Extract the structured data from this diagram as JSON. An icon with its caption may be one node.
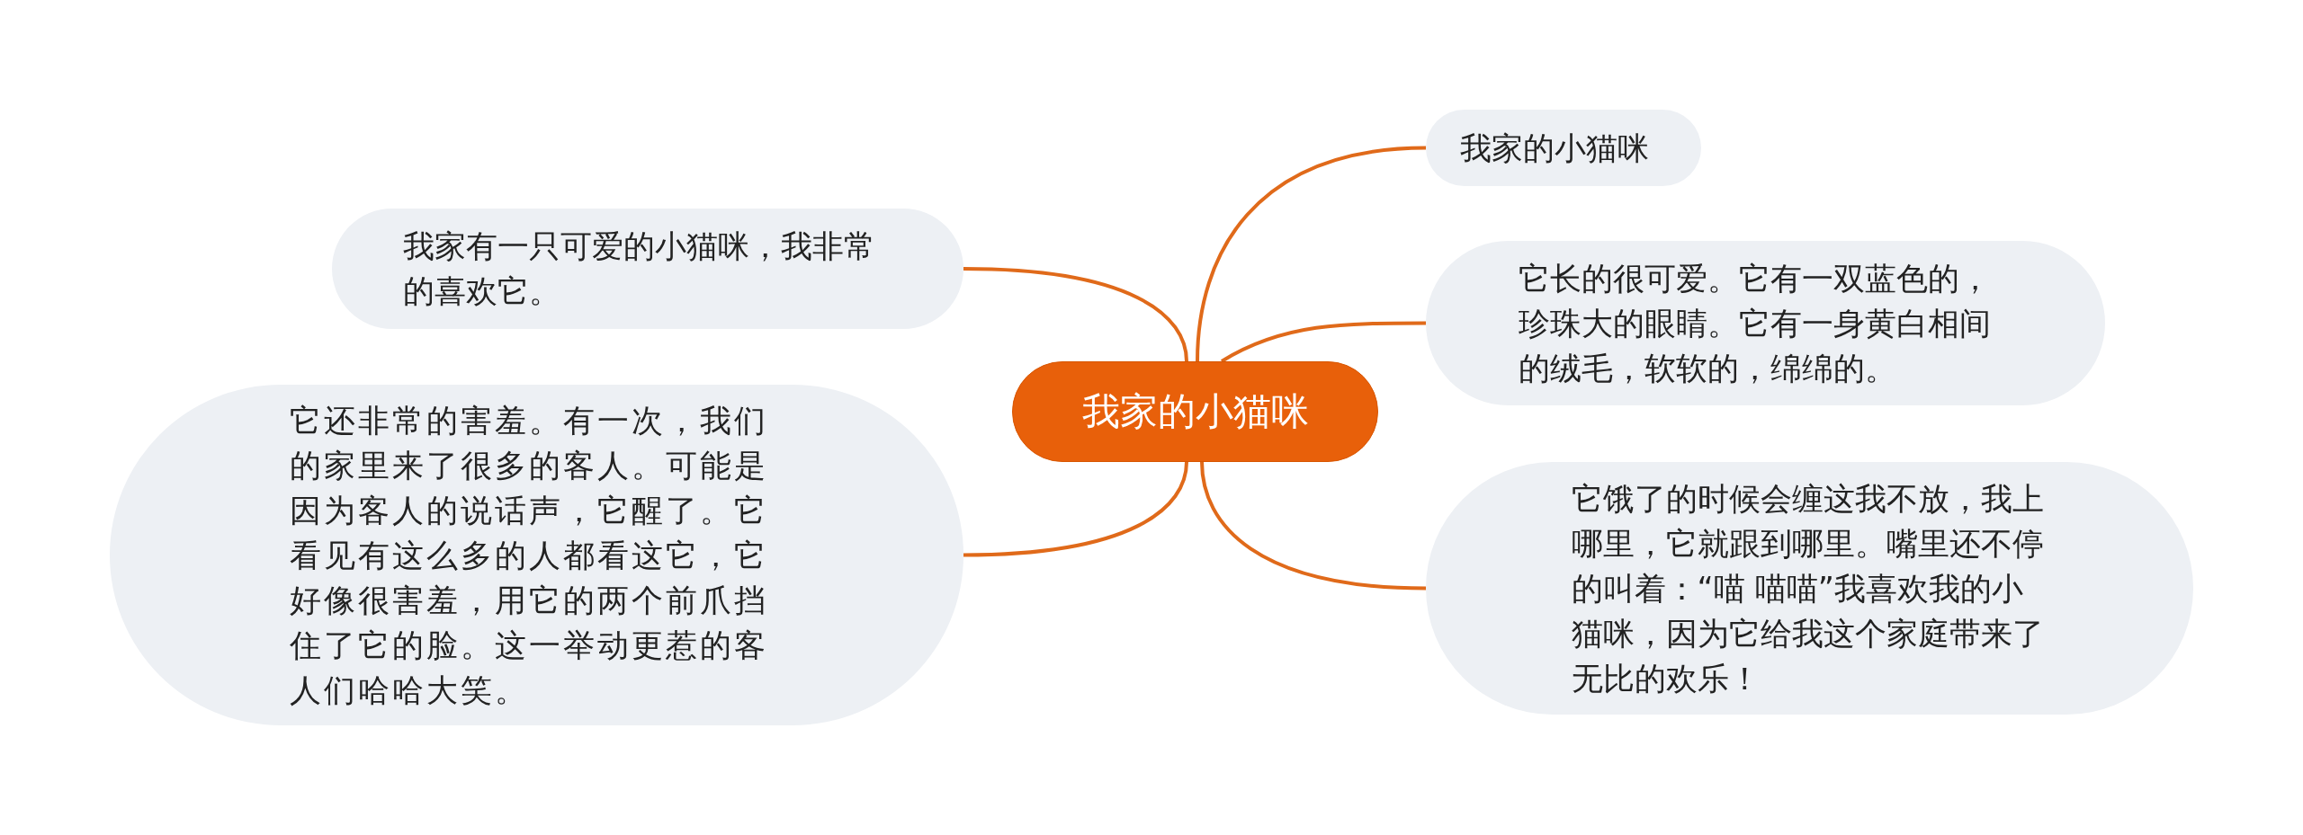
{
  "diagram": {
    "nodes": [
      {
        "text": [
          "我家的小猫咪"
        ]
      },
      {
        "text": [
          "我家有一只可爱的小猫咪，我非常的喜欢它。"
        ]
      },
      {
        "text": [
          "它还非常的害羞。有一次，我们的家里来了很多的客人。可能是因为客人的说话声，它醒了。它看见有这么多的人都看这它，它好像很害羞，用它的两个前爪挡住了它的脸。这一举动更惹的客人们哈哈大笑。"
        ]
      },
      {
        "text": [
          "我家的小猫咪"
        ]
      },
      {
        "text": [
          "它长的很可爱。它有一双蓝色的，珍珠大的眼睛。它有一身黄白相间的绒毛，软软的，绵绵的。"
        ]
      },
      {
        "text": [
          "它饿了的时候会缠这我不放，我上哪里，它就跟到哪里。嘴里还不停的叫着：“喵 喵喵”我喜欢我的小猫咪，因为它给我这个家庭带来了无比的欢乐！"
        ]
      }
    ],
    "edges": [
      {
        "from": 0,
        "to": 1,
        "arrow": "none"
      },
      {
        "from": 0,
        "to": 2,
        "arrow": "none"
      },
      {
        "from": 0,
        "to": 3,
        "arrow": "none"
      },
      {
        "from": 0,
        "to": 4,
        "arrow": "none"
      },
      {
        "from": 0,
        "to": 5,
        "arrow": "none"
      }
    ]
  }
}
